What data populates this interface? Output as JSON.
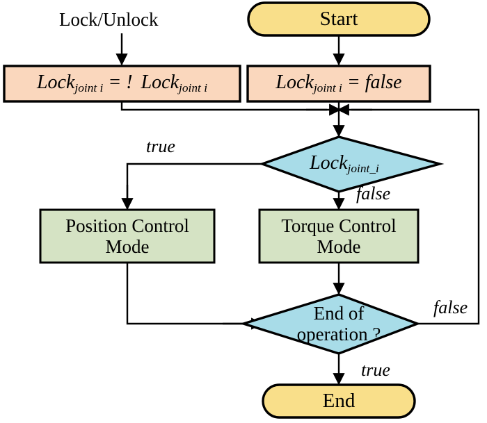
{
  "diagram": {
    "title": "Joint lock/unlock control mode flowchart",
    "type": "flowchart",
    "colors": {
      "terminal_fill": "#F9DF8A",
      "process_fill": "#FAD7BD",
      "decision_fill": "#A8DCE8",
      "mode_fill": "#D5E3C4",
      "stroke": "#000000",
      "background": "#FFFFFF"
    }
  },
  "nodes": {
    "start": {
      "label": "Start",
      "shape": "terminal-rounded"
    },
    "end": {
      "label": "End",
      "shape": "terminal-rounded"
    },
    "toggle_lock": {
      "shape": "process-rect",
      "text_parts": {
        "var1": "Lock",
        "sub1": "joint i",
        "op": "=",
        "bang": "!",
        "var2": "Lock",
        "sub2": "joint i"
      },
      "plain_text": "Lock_joint i = ! Lock_joint i"
    },
    "init_lock_false": {
      "shape": "process-rect",
      "text_parts": {
        "var1": "Lock",
        "sub1": "joint i",
        "op": "=",
        "value": "false"
      },
      "plain_text": "Lock_joint i = false"
    },
    "decision_lock": {
      "shape": "decision-diamond",
      "text_parts": {
        "var1": "Lock",
        "sub1": "joint_i"
      },
      "plain_text": "Lock_joint_i"
    },
    "position_mode": {
      "shape": "process-rect",
      "line1": "Position Control",
      "line2": "Mode",
      "plain_text": "Position Control Mode"
    },
    "torque_mode": {
      "shape": "process-rect",
      "line1": "Torque Control",
      "line2": "Mode",
      "plain_text": "Torque Control Mode"
    },
    "decision_end": {
      "shape": "decision-diamond",
      "line1": "End of",
      "line2": "operation ?",
      "plain_text": "End of operation ?"
    }
  },
  "annotations": {
    "external_input": "Lock/Unlock"
  },
  "edge_labels": {
    "lock_true": "true",
    "lock_false": "false",
    "end_false": "false",
    "end_true": "true"
  }
}
